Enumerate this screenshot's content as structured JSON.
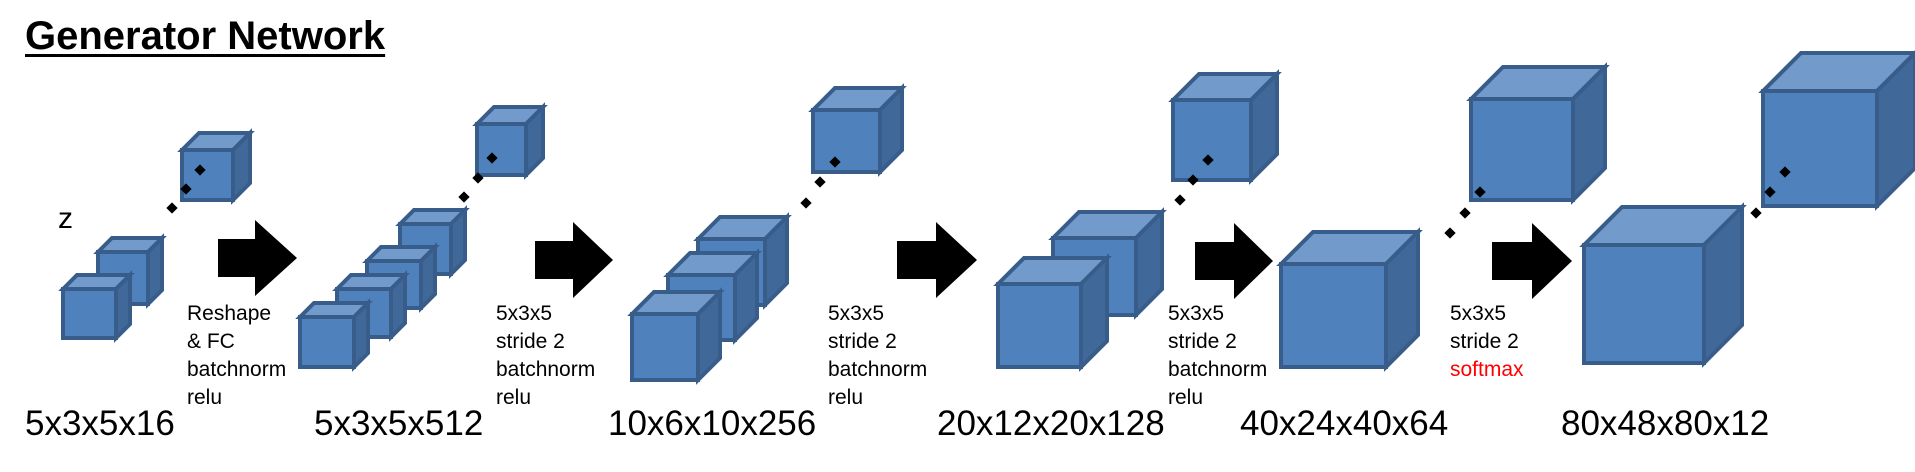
{
  "title": "Generator Network",
  "colors": {
    "cube_front": "#4f81bd",
    "cube_top": "#729bcb",
    "cube_side": "#40699a",
    "cube_stroke": "#385d8a",
    "arrow": "#000000",
    "highlight_text": "#ff0000"
  },
  "input_label": "z",
  "stages": [
    {
      "dims": "5x3x5x16"
    },
    {
      "dims": "5x3x5x512"
    },
    {
      "dims": "10x6x10x256"
    },
    {
      "dims": "20x12x20x128"
    },
    {
      "dims": "40x24x40x64"
    },
    {
      "dims": "80x48x80x12"
    }
  ],
  "operations": [
    {
      "lines": [
        "Reshape",
        "& FC",
        "batchnorm",
        "relu"
      ]
    },
    {
      "lines": [
        "5x3x5",
        "stride 2",
        "batchnorm",
        "relu"
      ]
    },
    {
      "lines": [
        "5x3x5",
        "stride 2",
        "batchnorm",
        "relu"
      ]
    },
    {
      "lines": [
        "5x3x5",
        "stride 2",
        "batchnorm",
        "relu"
      ]
    },
    {
      "lines": [
        "5x3x5",
        "stride 2",
        "softmax"
      ],
      "highlight_line": 2
    }
  ]
}
